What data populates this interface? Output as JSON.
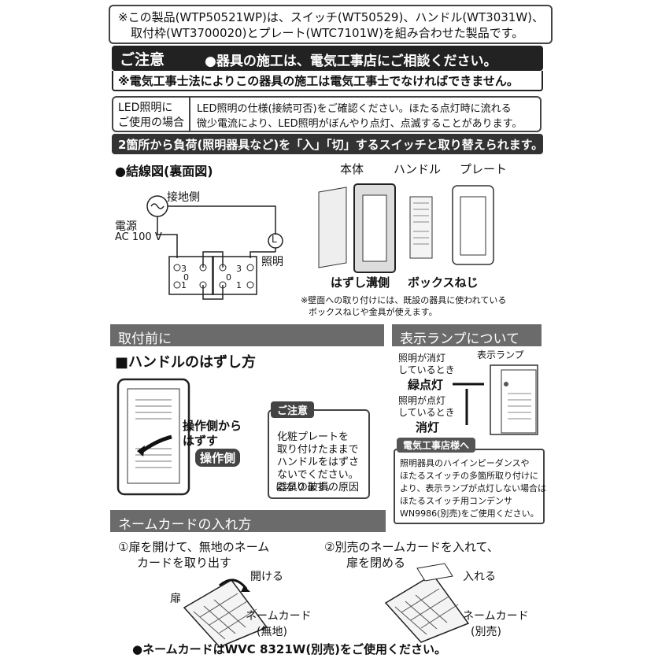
{
  "top_note": {
    "line1": "※この製品(WTP50521WP)は、スイッチ(WT50529)、ハンドル(WT3031W)、",
    "line2": "取付枠(WT3700020)とプレート(WTC7101W)を組み合わせた製品です。"
  },
  "caution": {
    "title": "ご注意",
    "main": "●器具の施工は、電気工事店にご相談ください。",
    "sub": "※電気工事士法によりこの器具の施工は電気工事士でなければできません。"
  },
  "led": {
    "label1": "LED照明に",
    "label2": "ご使用の場合",
    "text1": "LED照明の仕様(接続可否)をご確認ください。ほたる点灯時に流れる",
    "text2": "微少電流により、LED照明がぼんやり点灯、点滅することがあります。"
  },
  "banner": "2箇所から負荷(照明器具など)を「入」「切」するスイッチと取り替えられます。",
  "wiring": {
    "title": "●結線図(裏面図)",
    "ground": "接地側",
    "power": "電源",
    "voltage": "AC 100 V",
    "lamp_symbol": "L",
    "lamp": "照明",
    "t3a": "3",
    "t0a": "0",
    "t1a": "1",
    "t3b": "3",
    "t0b": "0",
    "t1b": "1"
  },
  "parts": {
    "body": "本体",
    "handle": "ハンドル",
    "plate": "プレート",
    "groove": "はずし溝側",
    "screw": "ボックスねじ",
    "note1": "※壁面への取り付けには、既設の器具に使われている",
    "note2": "ボックスねじや金具が使えます。"
  },
  "before_install": {
    "section": "取付前に",
    "heading": "■ハンドルのはずし方",
    "from_side1": "操作側から",
    "from_side2": "はずす",
    "operate_side": "操作側"
  },
  "caution2": {
    "title": "ご注意",
    "lines": [
      "化粧プレートを",
      "取り付けたままで",
      "ハンドルをはずさ",
      "ないでください。",
      "器具の破損の原因",
      "になります。"
    ]
  },
  "indicator": {
    "section": "表示ランプについて",
    "lamp": "表示ランプ",
    "off1": "照明が消灯",
    "off2": "しているとき",
    "green": "緑点灯",
    "on1": "照明が点灯",
    "on2": "しているとき",
    "unlit": "消灯"
  },
  "electrician": {
    "tag": "電気工事店様へ",
    "lines": [
      "照明器具のハイインピーダンスや",
      "ほたるスイッチの多箇所取り付けに",
      "より、表示ランプが点灯しない場合は",
      "ほたるスイッチ用コンデンサ",
      "WN9986(別売)をご使用ください。"
    ]
  },
  "namecard": {
    "section": "ネームカードの入れ方",
    "step1a": "①扉を開けて、無地のネーム",
    "step1b": "カードを取り出す",
    "open": "開ける",
    "door": "扉",
    "card1": "ネームカード",
    "plain": "(無地)",
    "step2a": "②別売のネームカードを入れて、",
    "step2b": "扉を閉める",
    "insert": "入れる",
    "card2": "ネームカード",
    "sold": "(別売)",
    "footer": "●ネームカードはWVC 8321W(別売)をご使用ください。"
  },
  "colors": {
    "dark": "#222222",
    "section_gray": "#6b6b6b",
    "border": "#444444"
  }
}
